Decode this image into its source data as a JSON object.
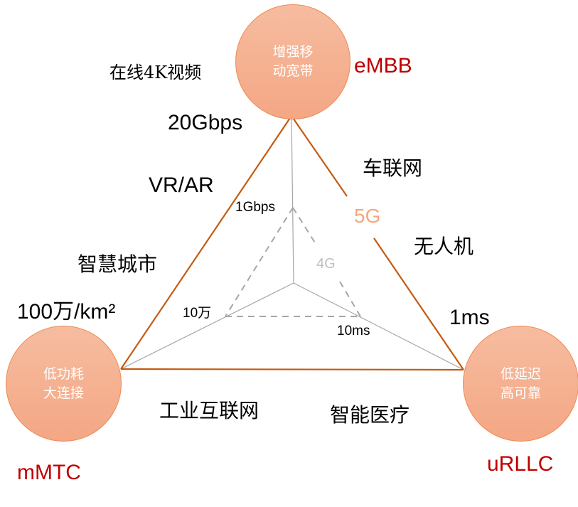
{
  "nodes": {
    "embb": {
      "line1": "增强移",
      "line2": "动宽带",
      "code": "eMBB"
    },
    "mmtc": {
      "line1": "低功耗",
      "line2": "大连接",
      "code": "mMTC"
    },
    "urllc": {
      "line1": "低延迟",
      "line2": "高可靠",
      "code": "uRLLC"
    }
  },
  "metrics_5g": {
    "throughput": "20Gbps",
    "density": "100万/km²",
    "latency": "1ms"
  },
  "metrics_4g": {
    "throughput": "1Gbps",
    "density": "10万",
    "latency": "10ms"
  },
  "labels": {
    "g5": "5G",
    "g4": "4G"
  },
  "applications": {
    "video_4k": "在线4K视频",
    "vr_ar": "VR/AR",
    "smart_city": "智慧城市",
    "iov": "车联网",
    "drone": "无人机",
    "industrial_internet": "工业互联网",
    "smart_medical": "智能医疗"
  },
  "colors": {
    "triangle_5g": "#c55a11",
    "node_fill": "#f4b183",
    "code_text": "#c00000",
    "label_5g": "#f4a77c",
    "label_4g": "#bfbfbf"
  }
}
